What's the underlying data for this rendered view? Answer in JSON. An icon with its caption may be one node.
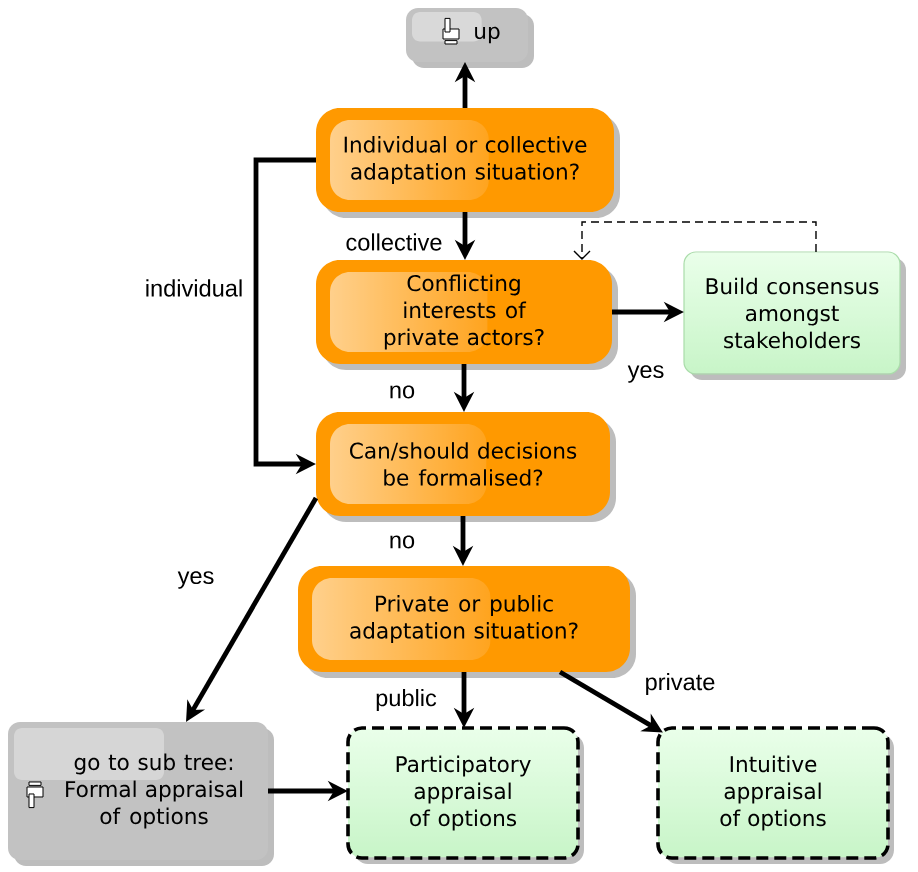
{
  "diagram": {
    "nodes": [
      {
        "text": [
          "up"
        ]
      },
      {
        "text": [
          "Individual or collective adaptation situation?"
        ]
      },
      {
        "text": [
          "Conflicting interests of private actors?"
        ]
      },
      {
        "text": [
          "Build consensus amongst stakeholders"
        ]
      },
      {
        "text": [
          "Can/should decisions be formalised?"
        ]
      },
      {
        "text": [
          "Private or public adaptation situation?"
        ]
      },
      {
        "text": [
          "go to sub tree: Formal appraisal of options"
        ]
      },
      {
        "text": [
          "Participatory appraisal of options"
        ]
      },
      {
        "text": [
          "Intuitive appraisal of options"
        ]
      }
    ],
    "edges": [
      {
        "from": 1,
        "to": 0,
        "arrow": "to"
      },
      {
        "from": 1,
        "to": 2,
        "arrow": "to",
        "label": "collective"
      },
      {
        "from": 1,
        "to": 4,
        "arrow": "to",
        "label": "individual"
      },
      {
        "from": 2,
        "to": 3,
        "arrow": "to",
        "label": "yes"
      },
      {
        "from": 3,
        "to": 2,
        "arrow": "to",
        "style": "dashed"
      },
      {
        "from": 2,
        "to": 4,
        "arrow": "to",
        "label": "no"
      },
      {
        "from": 4,
        "to": 6,
        "arrow": "to",
        "label": "yes"
      },
      {
        "from": 4,
        "to": 5,
        "arrow": "to",
        "label": "no"
      },
      {
        "from": 5,
        "to": 7,
        "arrow": "to",
        "label": "public"
      },
      {
        "from": 5,
        "to": 8,
        "arrow": "to",
        "label": "private"
      },
      {
        "from": 6,
        "to": 7,
        "arrow": "to"
      }
    ]
  }
}
